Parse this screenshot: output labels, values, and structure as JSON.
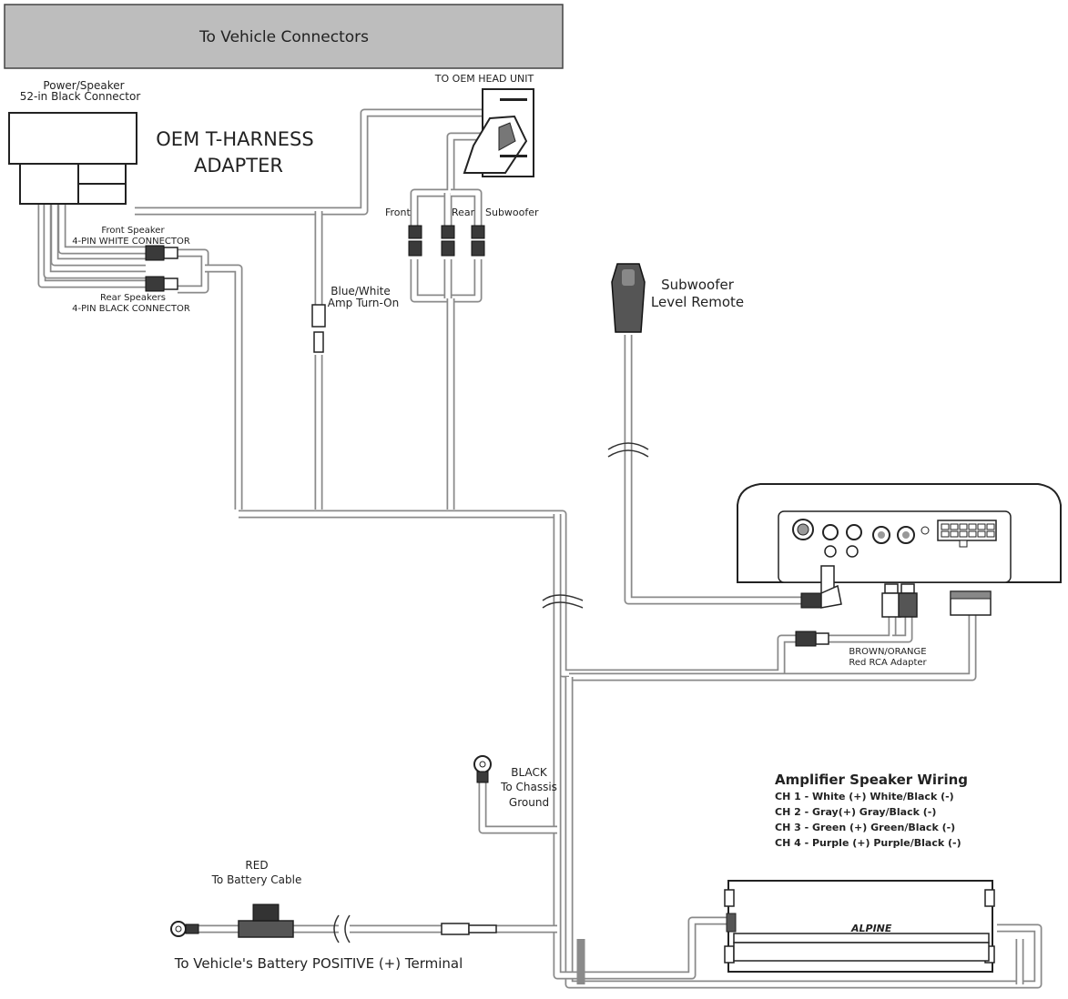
{
  "header": {
    "title": "To Vehicle Connectors"
  },
  "connector_power": {
    "line1": "Power/Speaker",
    "line2": "52-in Black Connector"
  },
  "harness": {
    "line1": "OEM T-HARNESS",
    "line2": "ADAPTER"
  },
  "head_unit": {
    "label": "TO OEM HEAD UNIT"
  },
  "front_speaker": {
    "line1": "Front Speaker",
    "line2": "4-PIN WHITE CONNECTOR"
  },
  "rear_speaker": {
    "line1": "Rear Speakers",
    "line2": "4-PIN BLACK CONNECTOR"
  },
  "rca_labels": {
    "front": "Front",
    "rear": "Rear",
    "subwoofer": "Subwoofer"
  },
  "amp_turn_on": {
    "line1": "Blue/White",
    "line2": "Amp Turn-On"
  },
  "remote": {
    "line1": "Subwoofer",
    "line2": "Level Remote"
  },
  "rca_adapter": {
    "line1": "BROWN/ORANGE",
    "line2": "Red RCA Adapter"
  },
  "ground": {
    "line1": "BLACK",
    "line2": "To Chassis",
    "line3": "Ground"
  },
  "battery": {
    "line1": "RED",
    "line2": "To Battery Cable",
    "terminal": "To Vehicle's Battery POSITIVE (+) Terminal"
  },
  "speaker_wiring": {
    "title": "Amplifier Speaker Wiring",
    "ch1": "CH 1 - White (+) White/Black (-)",
    "ch2": "CH 2 - Gray(+) Gray/Black (-)",
    "ch3": "CH 3 - Green (+) Green/Black (-)",
    "ch4": "CH 4 - Purple (+) Purple/Black (-)"
  },
  "amplifier": {
    "brand": "ALPINE"
  },
  "colors": {
    "header_fill": "#bdbdbd",
    "wire": "#8a8a8a"
  }
}
